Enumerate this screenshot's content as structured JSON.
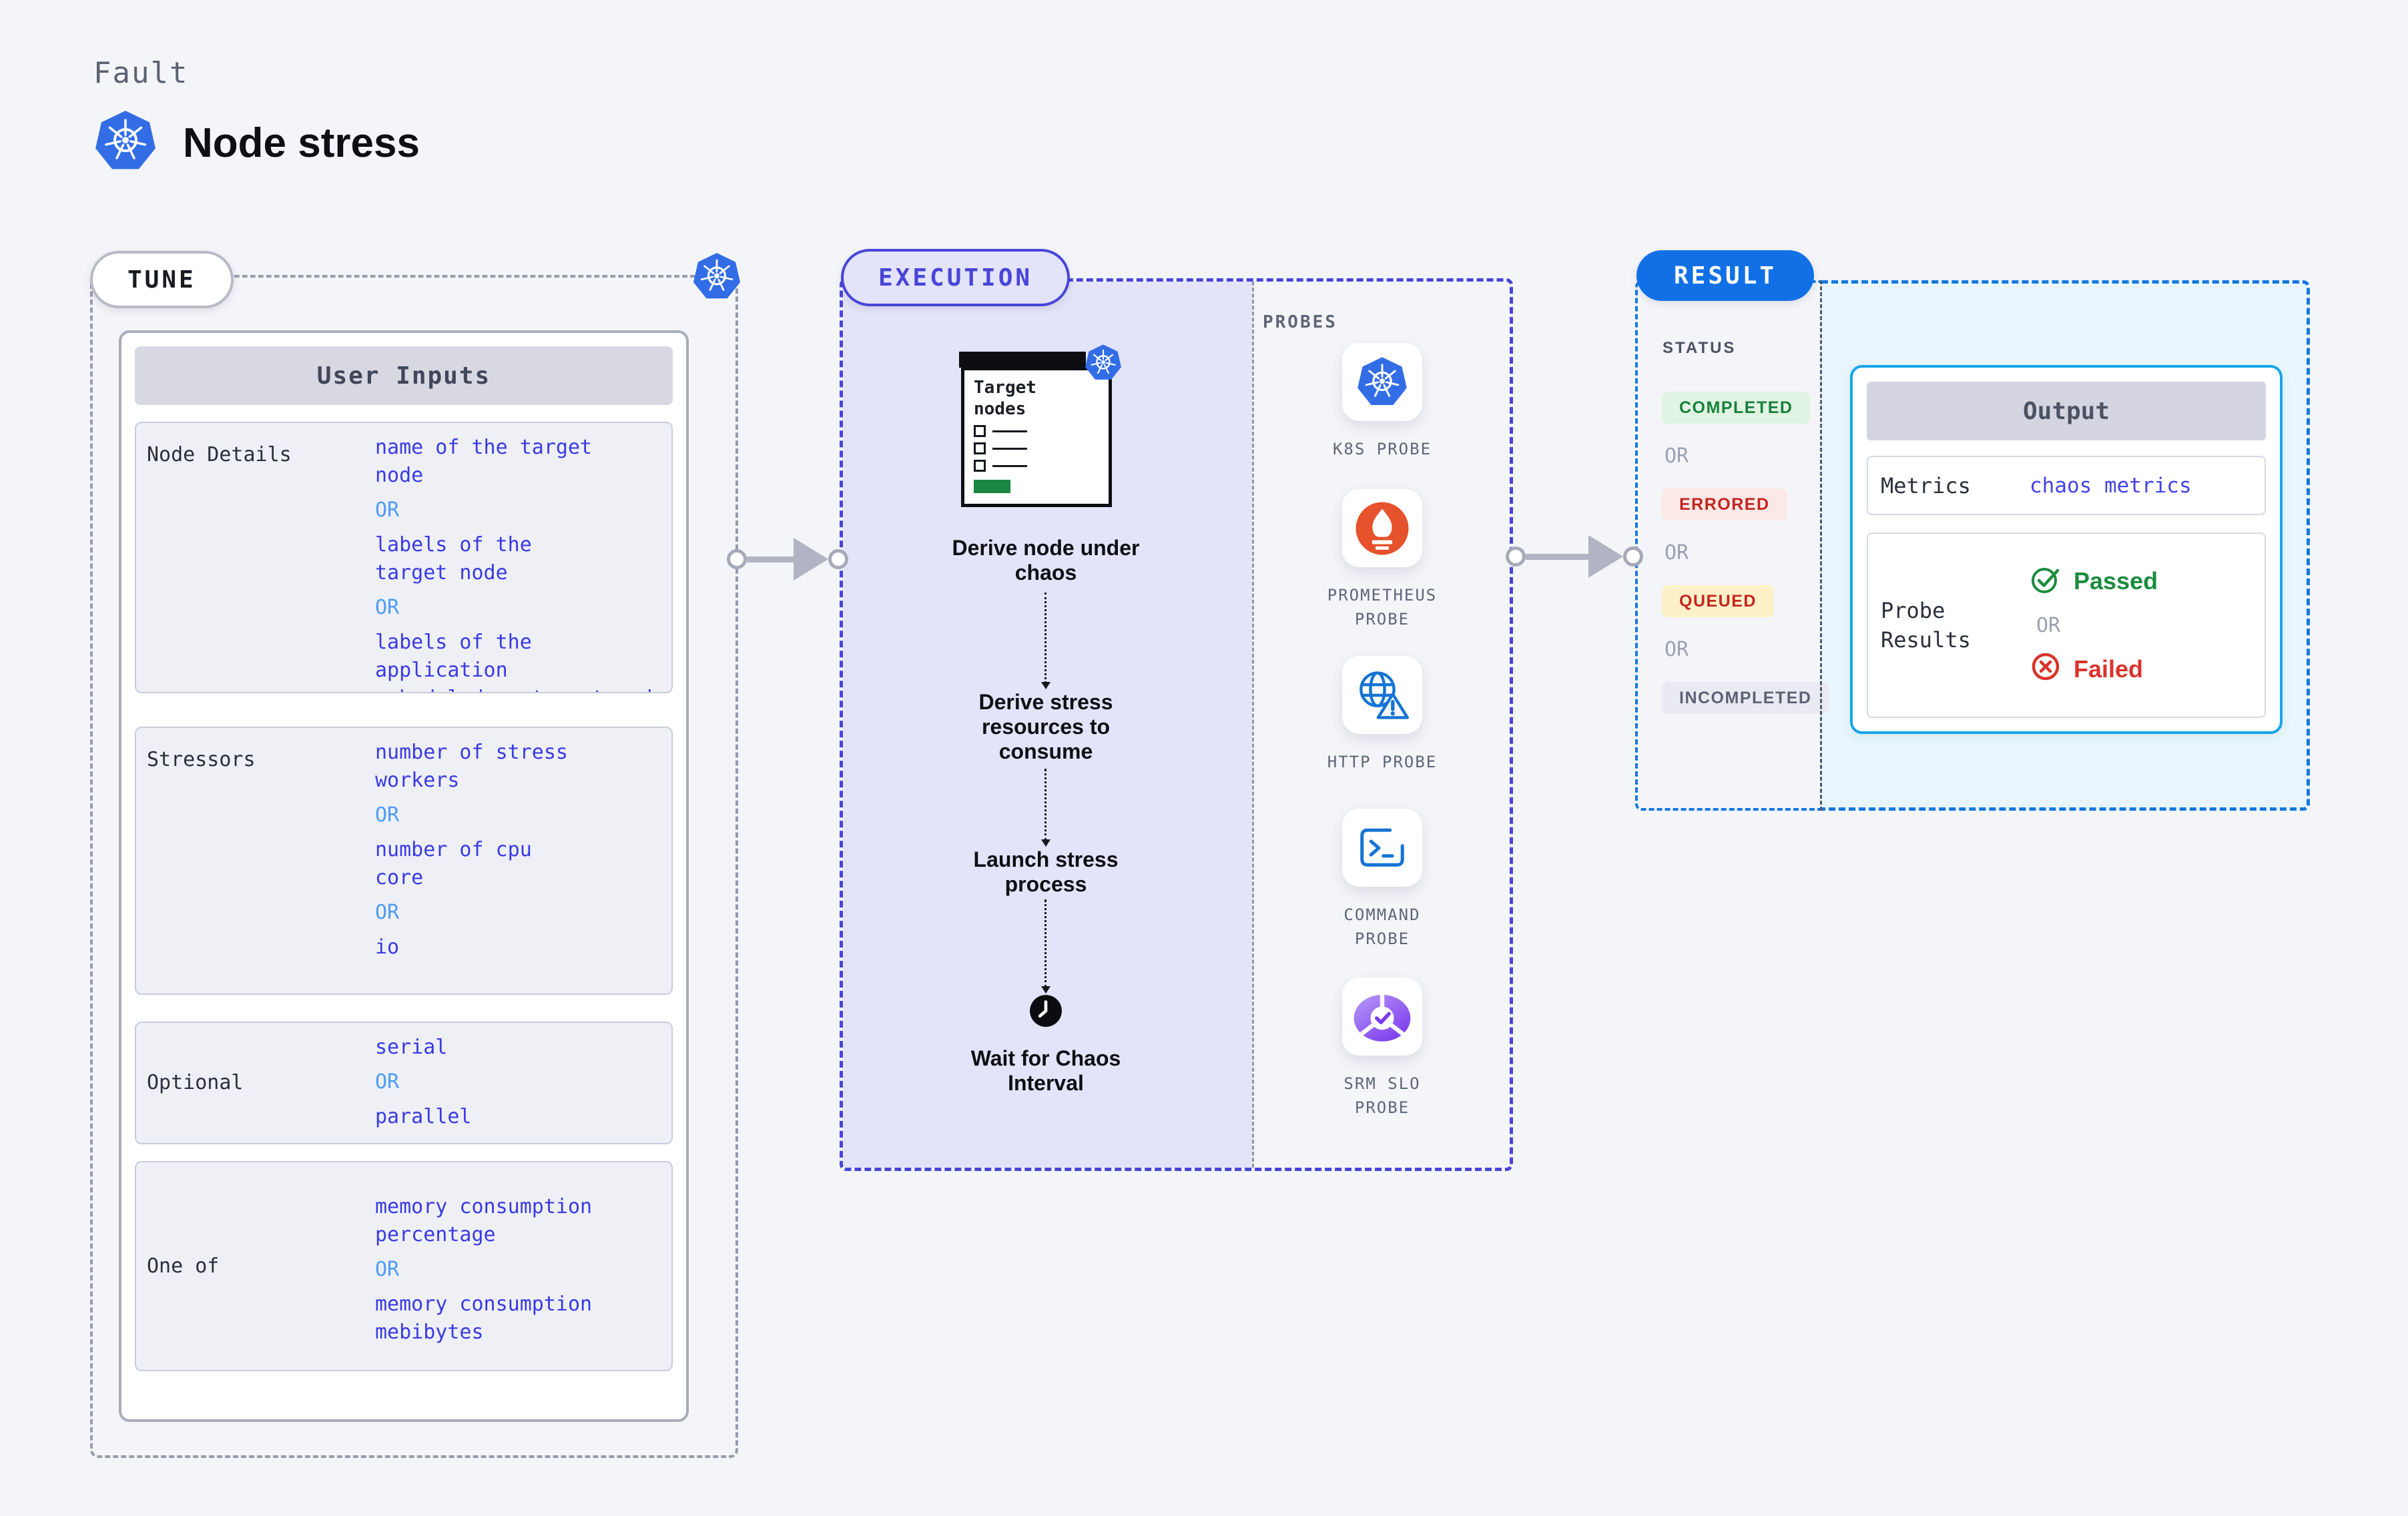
{
  "header": {
    "kicker": "Fault",
    "title": "Node stress"
  },
  "tune": {
    "pill_label": "TUNE",
    "panel_title": "User Inputs",
    "or_label": "OR",
    "rows": [
      {
        "label": "Node Details",
        "values": [
          "name of the target\nnode",
          "labels of the\ntarget node",
          "labels of the application\nscheduled on target node"
        ]
      },
      {
        "label": "Stressors",
        "values": [
          "number of stress\nworkers",
          "number of cpu\ncore",
          "io"
        ]
      },
      {
        "label": "Optional",
        "values": [
          "serial",
          "parallel"
        ]
      },
      {
        "label": "One of",
        "values": [
          "memory consumption\npercentage",
          "memory consumption\nmebibytes"
        ]
      }
    ]
  },
  "execution": {
    "pill_label": "EXECUTION",
    "clipboard_title": "Target\nnodes",
    "steps": [
      "Derive node under\nchaos",
      "Derive stress\nresources to\nconsume",
      "Launch stress\nprocess",
      "Wait for Chaos\nInterval"
    ]
  },
  "probes": {
    "section_label": "PROBES",
    "items": [
      {
        "icon": "kubernetes-icon",
        "label": "K8S PROBE"
      },
      {
        "icon": "prometheus-icon",
        "label": "PROMETHEUS\nPROBE"
      },
      {
        "icon": "http-globe-warning-icon",
        "label": "HTTP PROBE"
      },
      {
        "icon": "command-terminal-icon",
        "label": "COMMAND\nPROBE"
      },
      {
        "icon": "srm-slo-icon",
        "label": "SRM SLO\nPROBE"
      }
    ]
  },
  "result": {
    "pill_label": "RESULT",
    "status_label": "STATUS",
    "or_label": "OR",
    "badges": [
      {
        "label": "COMPLETED",
        "text_color": "#16813a",
        "bg_color": "#e1f3e3"
      },
      {
        "label": "ERRORED",
        "text_color": "#c5241d",
        "bg_color": "#fce9e7"
      },
      {
        "label": "QUEUED",
        "text_color": "#c5241d",
        "bg_color": "#fcf0c8"
      },
      {
        "label": "INCOMPLETED",
        "text_color": "#5b6273",
        "bg_color": "#e9eaf2"
      }
    ],
    "output": {
      "title": "Output",
      "metrics_label": "Metrics",
      "metrics_value": "chaos metrics",
      "probe_results_label": "Probe\nResults",
      "passed_label": "Passed",
      "failed_label": "Failed"
    }
  },
  "colors": {
    "page_bg": "#f4f5f9",
    "kubernetes_blue": "#326de6",
    "tune_dash": "#979caa",
    "value_blue": "#3a3ae4",
    "or_blue": "#4e9cf4",
    "execution_indigo": "#4845d8",
    "execution_fill": "#e3e3f9",
    "prometheus_orange": "#e6522c",
    "probe_icon_blue": "#1574d4",
    "srm_purple": "#8b47f5",
    "result_blue": "#1170e6",
    "result_dash": "#1478e0",
    "output_fill": "#e9f6fd",
    "output_border_cyan": "#16a5e9",
    "passed_green": "#1a8c3e",
    "failed_red": "#d9342b",
    "arrow_grey": "#b1b4c2",
    "clipboard_green": "#1a8742"
  }
}
